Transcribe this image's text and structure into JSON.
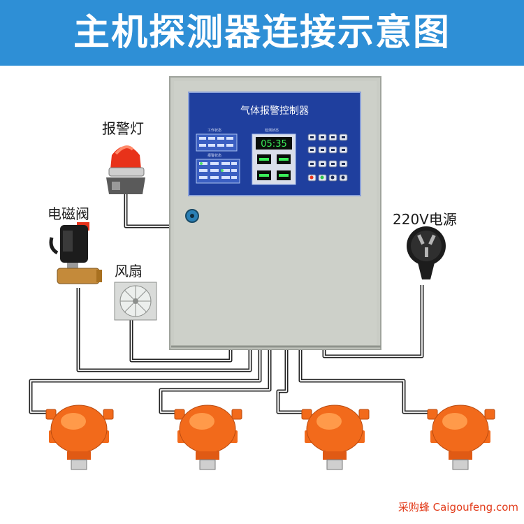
{
  "header": {
    "title": "主机探测器连接示意图"
  },
  "controller": {
    "panel_title": "气体报警控制器",
    "display_time": "05:35",
    "small_labels": [
      "工作状态",
      "报警状态",
      "检测状态"
    ]
  },
  "devices": {
    "alarm_light": "报警灯",
    "solenoid_valve": "电磁阀",
    "fan": "风扇",
    "power": "220V电源"
  },
  "footer": {
    "watermark": "采购蜂 Caigoufeng.com"
  },
  "colors": {
    "banner": "#2e8fd6",
    "controller_body": "#c9ccc5",
    "panel_blue": "#1f3f9e",
    "detector_orange": "#f26a1b",
    "alarm_red": "#e8321a"
  }
}
